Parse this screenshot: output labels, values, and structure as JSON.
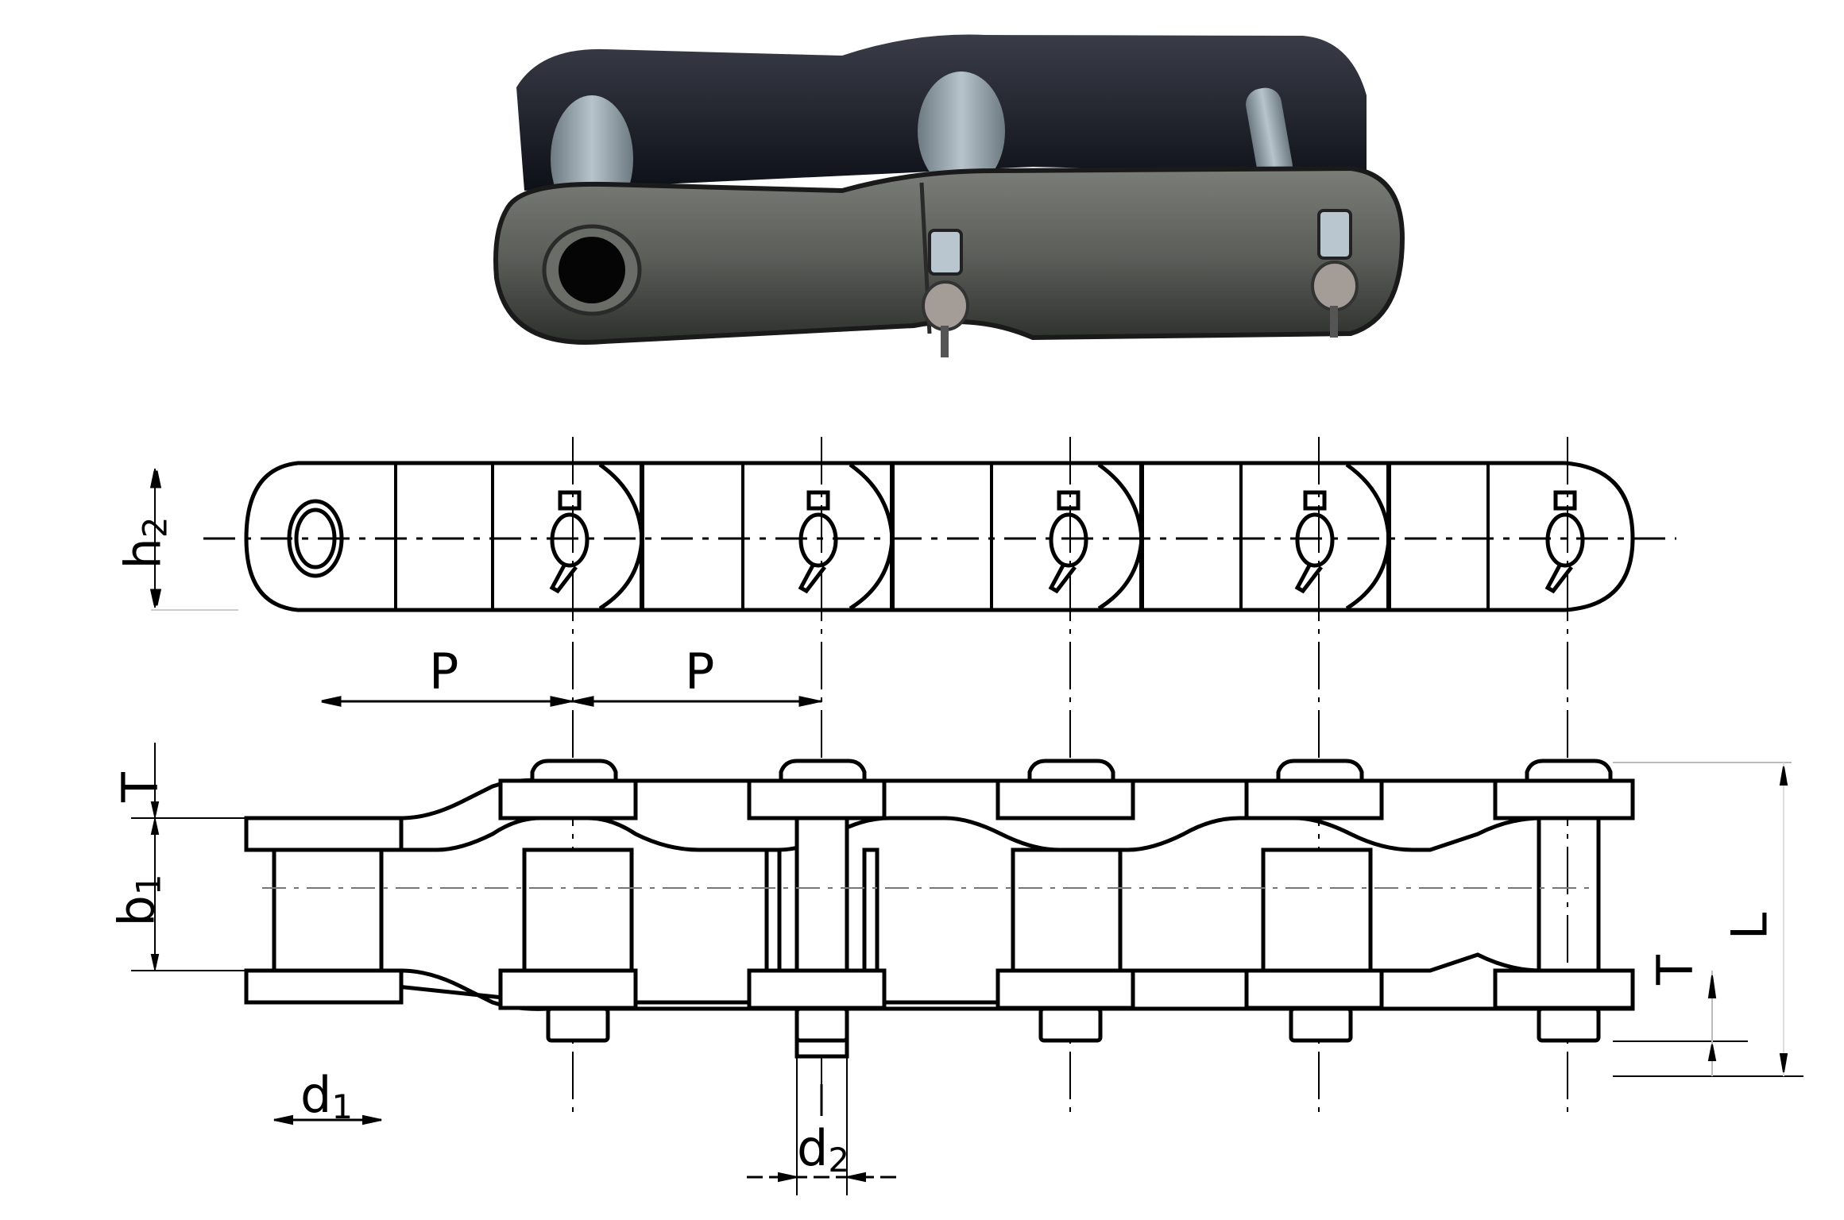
{
  "figure": {
    "subject": "Offset link roller chain",
    "views": [
      "photo",
      "top-view",
      "side-view"
    ]
  },
  "dimensions": {
    "h2": {
      "base": "h",
      "sub": "2"
    },
    "P1": {
      "base": "P"
    },
    "P2": {
      "base": "P"
    },
    "T_top": {
      "base": "T"
    },
    "b1": {
      "base": "b",
      "sub": "1"
    },
    "T_right": {
      "base": "T"
    },
    "L": {
      "base": "L"
    },
    "d1": {
      "base": "d",
      "sub": "1"
    },
    "d2": {
      "base": "d",
      "sub": "2"
    }
  },
  "colors": {
    "line": "#000000",
    "background": "#ffffff",
    "photo_steel_dark": "#1c1f2b",
    "photo_steel_mid": "#5f6160",
    "photo_pin": "#8a9aa6"
  },
  "pitch_count": 5
}
